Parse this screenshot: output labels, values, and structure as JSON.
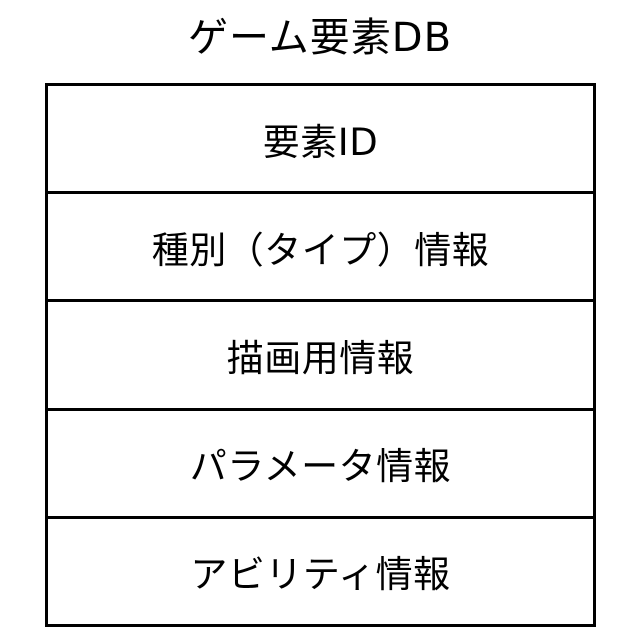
{
  "diagram": {
    "title": "ゲーム要素DB",
    "fields": [
      "要素ID",
      "種別（タイプ）情報",
      "描画用情報",
      "パラメータ情報",
      "アビリティ情報"
    ]
  }
}
